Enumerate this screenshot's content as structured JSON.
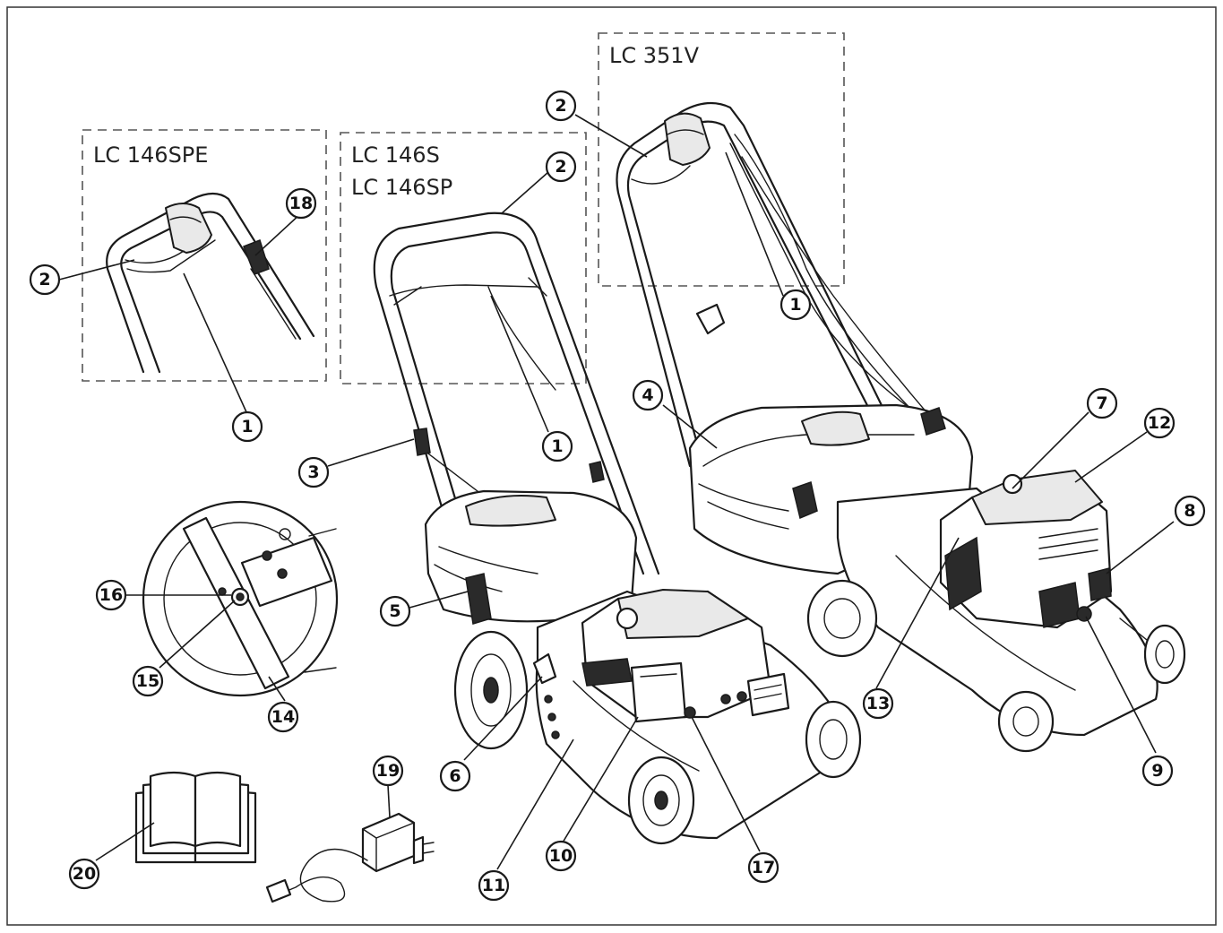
{
  "models": {
    "lc146spe": "LC 146SPE",
    "lc146s": "LC 146S",
    "lc146sp": "LC 146SP",
    "lc351v": "LC 351V"
  },
  "callouts": {
    "c1a": "1",
    "c1b": "1",
    "c1c": "1",
    "c2a": "2",
    "c2b": "2",
    "c2c": "2",
    "c3": "3",
    "c4": "4",
    "c5": "5",
    "c6": "6",
    "c7": "7",
    "c8": "8",
    "c9": "9",
    "c10": "10",
    "c11": "11",
    "c12": "12",
    "c13": "13",
    "c14": "14",
    "c15": "15",
    "c16": "16",
    "c17": "17",
    "c18": "18",
    "c19": "19",
    "c20": "20"
  }
}
